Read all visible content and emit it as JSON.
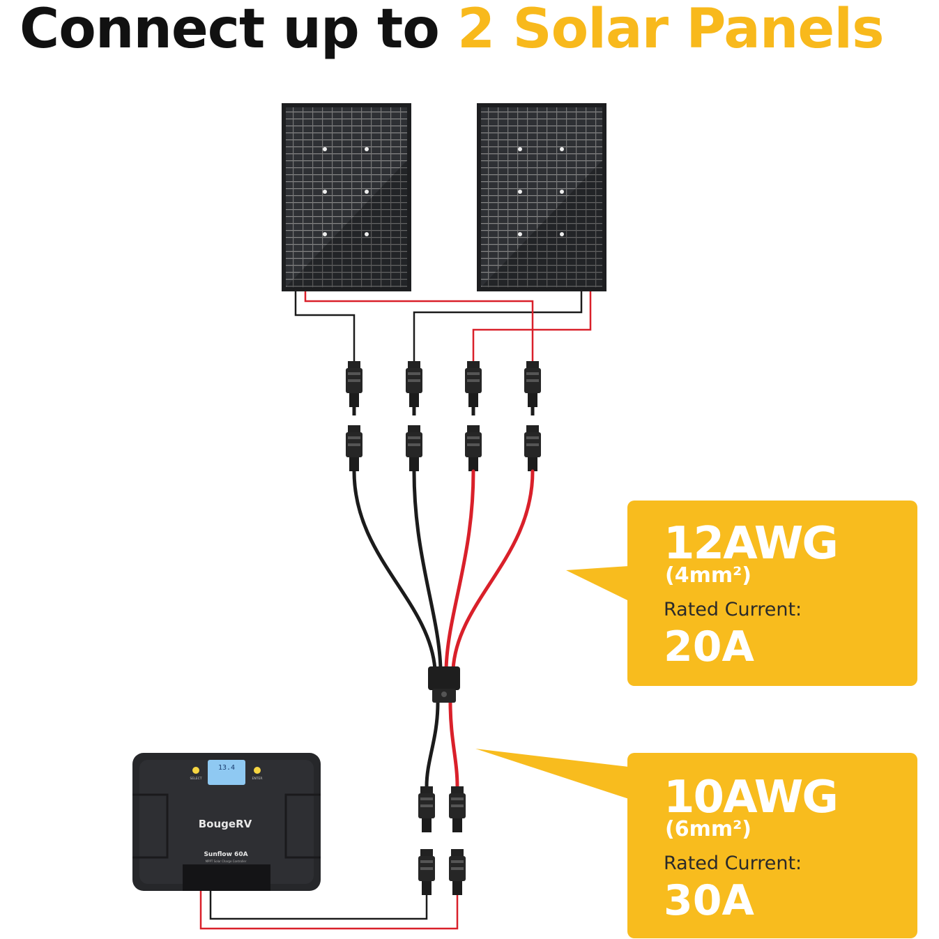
{
  "header": {
    "text": "Connect up to ",
    "highlight": "2 Solar Panels"
  },
  "colors": {
    "accent": "#f8bc1e",
    "cable_positive": "#d9202a",
    "cable_negative": "#1b1b1b",
    "panel": "#2b2d30"
  },
  "callouts": [
    {
      "gauge": "12AWG",
      "size": "(4mm²)",
      "label": "Rated Current:",
      "current": "20A"
    },
    {
      "gauge": "10AWG",
      "size": "(6mm²)",
      "label": "Rated Current:",
      "current": "30A"
    }
  ],
  "controller": {
    "brand": "BougeRV",
    "model": "Sunflow 60A",
    "subtitle": "MPPT Solar Charge Controller",
    "display": "13.4",
    "select_label": "SELECT",
    "enter_label": "ENTER"
  }
}
